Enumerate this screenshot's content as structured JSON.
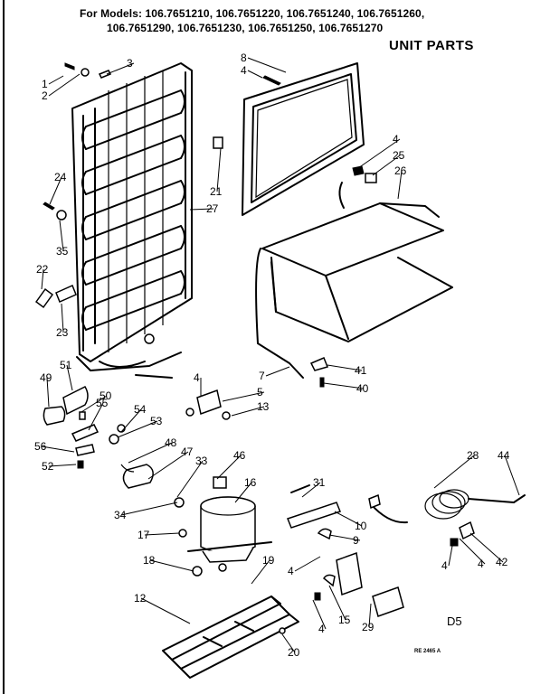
{
  "header": {
    "models_line1": "For Models: 106.7651210, 106.7651220, 106.7651240, 106.7651260,",
    "models_line2": "106.7651290, 106.7651230, 106.7651250, 106.7651270",
    "title": "UNIT PARTS"
  },
  "diagram_code": "D5",
  "reference_code": "RE 2465 A",
  "callouts": [
    "1",
    "2",
    "3",
    "4",
    "8",
    "4",
    "25",
    "26",
    "24",
    "21",
    "27",
    "35",
    "22",
    "23",
    "49",
    "51",
    "50",
    "55",
    "54",
    "53",
    "4",
    "5",
    "13",
    "7",
    "41",
    "40",
    "56",
    "52",
    "48",
    "47",
    "33",
    "46",
    "16",
    "31",
    "10",
    "9",
    "28",
    "44",
    "34",
    "17",
    "18",
    "12",
    "19",
    "4",
    "15",
    "29",
    "4",
    "20",
    "4",
    "42",
    "4"
  ]
}
